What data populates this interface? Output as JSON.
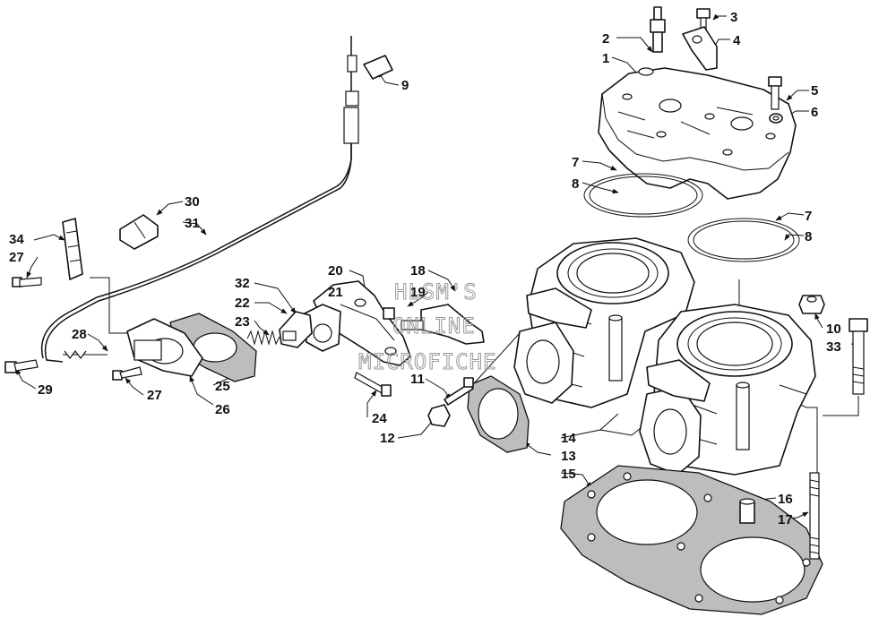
{
  "watermark": [
    "HLSM'S",
    "ONLINE",
    "MICROFICHE"
  ],
  "callouts": [
    "1",
    "2",
    "3",
    "4",
    "5",
    "6",
    "7",
    "8",
    "7",
    "8",
    "9",
    "10",
    "11",
    "12",
    "13",
    "14",
    "15",
    "16",
    "17",
    "18",
    "19",
    "20",
    "21",
    "22",
    "23",
    "24",
    "25",
    "26",
    "27",
    "27",
    "28",
    "29",
    "30",
    "31",
    "32",
    "33",
    "34"
  ]
}
